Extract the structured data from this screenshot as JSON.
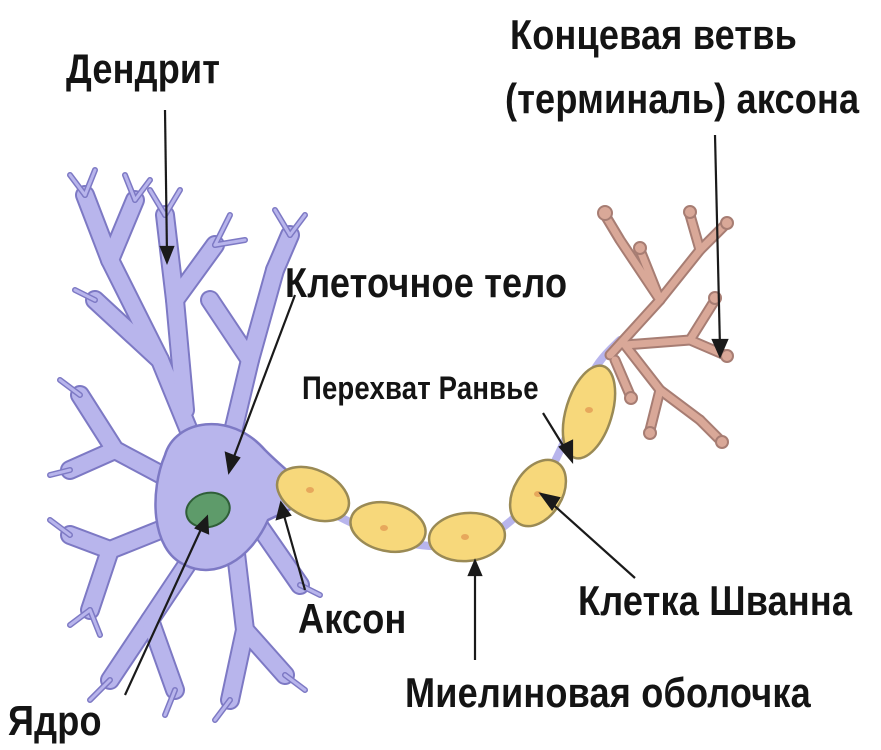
{
  "labels": {
    "dendrite": "Дендрит",
    "axon_terminal_line1": "Концевая ветвь",
    "axon_terminal_line2": "(терминаль) аксона",
    "cell_body": "Клеточное тело",
    "node_of_ranvier": "Перехват Ранвье",
    "axon": "Аксон",
    "schwann_cell": "Клетка Шванна",
    "myelin_sheath": "Миелиновая оболочка",
    "nucleus": "Ядро"
  },
  "colors": {
    "cell_body_fill": "#b8b5ec",
    "cell_body_stroke": "#7d79c4",
    "nucleus_fill": "#5e9b6a",
    "myelin_fill": "#f7d87b",
    "myelin_stroke": "#9a8a55",
    "terminal_fill": "#d9a898",
    "terminal_stroke": "#a77d73",
    "leader_line": "#1a1a1a",
    "text": "#141414"
  }
}
